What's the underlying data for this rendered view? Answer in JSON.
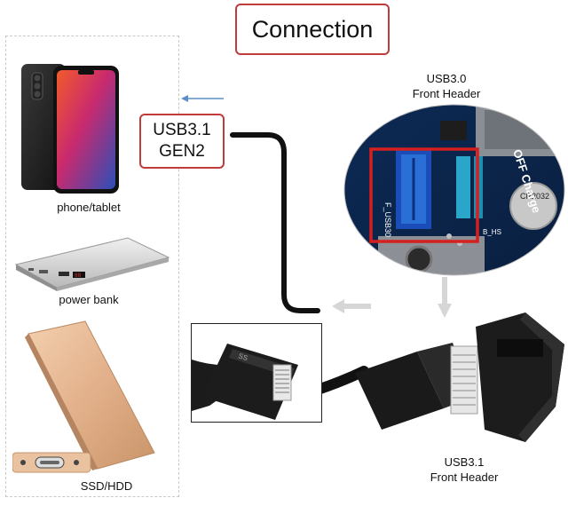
{
  "title": "Connection",
  "usb_label": {
    "line1": "USB3.1",
    "line2": "GEN2"
  },
  "devices": [
    {
      "caption": "phone/tablet"
    },
    {
      "caption": "power bank"
    },
    {
      "caption": "SSD/HDD"
    }
  ],
  "headers": {
    "usb30": {
      "line1": "USB3.0",
      "line2": "Front Header"
    },
    "usb31": {
      "line1": "USB3.1",
      "line2": "Front Header"
    }
  },
  "board_text": {
    "charge": "OFF Charge",
    "battery": "CR2032",
    "port": "F_USB30",
    "hs": "B_HS"
  },
  "colors": {
    "accent_red": "#c23b3b",
    "arrow_blue": "#5b8fc9",
    "header_blue": "#2a6fd6"
  }
}
